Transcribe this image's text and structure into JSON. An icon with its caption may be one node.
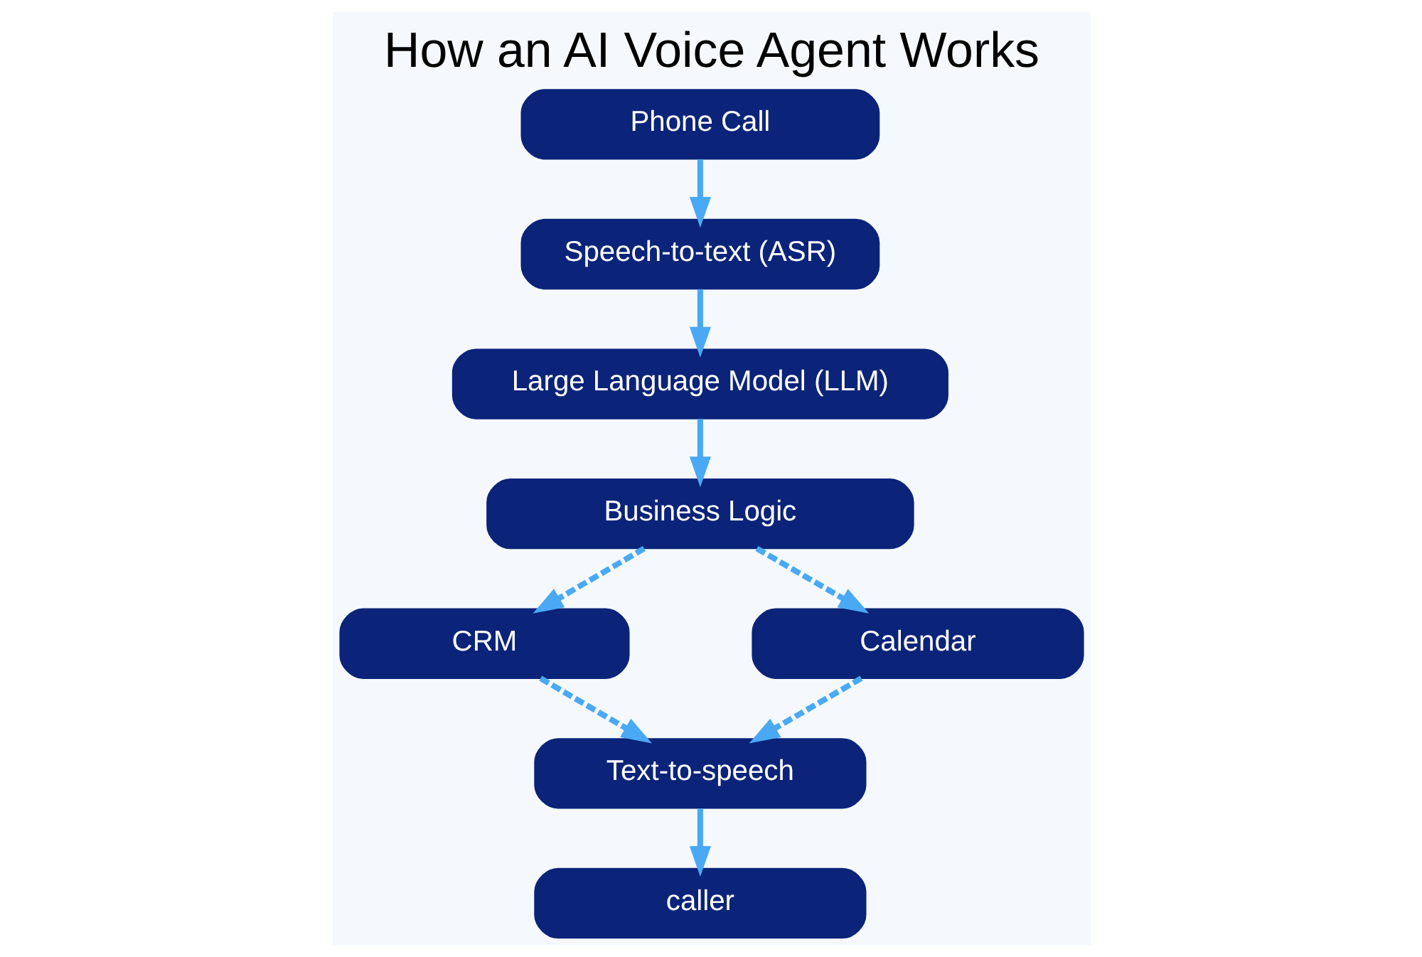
{
  "diagram": {
    "title": "How an AI Voice Agent Works",
    "nodes": [
      {
        "text": [
          "Phone Call"
        ]
      },
      {
        "text": [
          "Speech-to-text (ASR)"
        ]
      },
      {
        "text": [
          "Large Language Model (LLM)"
        ]
      },
      {
        "text": [
          "Business Logic"
        ]
      },
      {
        "text": [
          "CRM"
        ]
      },
      {
        "text": [
          "Calendar"
        ]
      },
      {
        "text": [
          "Text-to-speech"
        ]
      },
      {
        "text": [
          "caller"
        ]
      }
    ],
    "edges": [
      {
        "from": 0,
        "to": 1,
        "arrow": "to"
      },
      {
        "from": 1,
        "to": 2,
        "arrow": "to"
      },
      {
        "from": 2,
        "to": 3,
        "arrow": "to"
      },
      {
        "from": 3,
        "to": 4,
        "arrow": "to",
        "style": "dashed"
      },
      {
        "from": 3,
        "to": 5,
        "arrow": "to",
        "style": "dashed"
      },
      {
        "from": 4,
        "to": 6,
        "arrow": "to",
        "style": "dashed"
      },
      {
        "from": 5,
        "to": 6,
        "arrow": "to",
        "style": "dashed"
      },
      {
        "from": 6,
        "to": 7,
        "arrow": "to"
      }
    ]
  }
}
